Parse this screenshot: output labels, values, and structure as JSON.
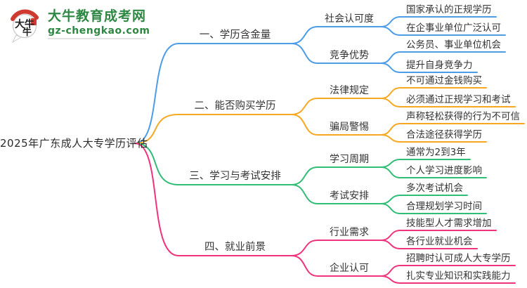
{
  "site": {
    "logo_glyphs": "大牛",
    "name": "大牛教育成考网",
    "domain": "gz-chengkao.com",
    "brand_green": "#2e8742",
    "brand_red": "#cf3a30"
  },
  "mindmap": {
    "root": "2025年广东成人大专学历评估",
    "branches": [
      {
        "label": "一、学历含金量",
        "color": "#4c9ce8",
        "children": [
          {
            "label": "社会认可度",
            "children": [
              {
                "label": "国家承认的正规学历"
              },
              {
                "label": "在企事业单位广泛认可"
              }
            ]
          },
          {
            "label": "竞争优势",
            "children": [
              {
                "label": "公务员、事业单位机会"
              },
              {
                "label": "提升自身竞争力"
              }
            ]
          }
        ]
      },
      {
        "label": "二、能否购买学历",
        "color": "#f7a823",
        "children": [
          {
            "label": "法律规定",
            "children": [
              {
                "label": "不可通过金钱购买"
              },
              {
                "label": "必须通过正规学习和考试"
              }
            ]
          },
          {
            "label": "骗局警惕",
            "children": [
              {
                "label": "声称轻松获得的行为不可信"
              },
              {
                "label": "合法途径获得学历"
              }
            ]
          }
        ]
      },
      {
        "label": "三、学习与考试安排",
        "color": "#30bd76",
        "children": [
          {
            "label": "学习周期",
            "children": [
              {
                "label": "通常为2到3年"
              },
              {
                "label": "个人学习进度影响"
              }
            ]
          },
          {
            "label": "考试安排",
            "children": [
              {
                "label": "多次考试机会"
              },
              {
                "label": "合理规划学习时间"
              }
            ]
          }
        ]
      },
      {
        "label": "四、就业前景",
        "color": "#f0337c",
        "children": [
          {
            "label": "行业需求",
            "children": [
              {
                "label": "技能型人才需求增加"
              },
              {
                "label": "各行业就业机会"
              }
            ]
          },
          {
            "label": "企业认可",
            "children": [
              {
                "label": "招聘时认可成人大专学历"
              },
              {
                "label": "扎实专业知识和实践能力"
              }
            ]
          }
        ]
      }
    ]
  }
}
